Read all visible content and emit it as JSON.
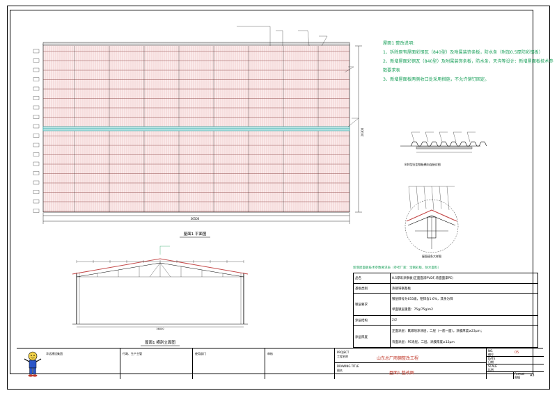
{
  "plan": {
    "title": "屋面1 平面图",
    "dim_width": "36500",
    "dim_height": "20300"
  },
  "section": {
    "title": "屋面1 横剖立面图",
    "dim_total": "36000"
  },
  "notes": {
    "heading": "屋面1 整改说明：",
    "lines": [
      "1、拆除原有屋面彩钢瓦（840型）及附属装饰条板，防水条（附加0.5厚防彩钢板）",
      "2、新增屋面彩钢瓦（840型）及附属装饰条板，防水条，天沟等设计：新增屋面板技术参",
      "数要求表",
      "3、新增屋面板两侧收口处采用措施，不允许铆钉固定。"
    ]
  },
  "detail1": {
    "title": "840型压型钢板横向连接详图"
  },
  "detail2": {
    "title": "屋面檩条大样图"
  },
  "spec": {
    "heading": "新增屋面板技术参数要求表（参考厂家：宝钢彩板，防水面料）",
    "rows": [
      {
        "key": "品名",
        "value": "0.5厚彩涂钢板(正面面漆PVDF,背面面漆PE)"
      },
      {
        "key": "基板类别",
        "value": "热镀锌钢基板"
      },
      {
        "key": "镀层要求",
        "value": "镀层牌号为655级，铝锌含1.6%，其余为锌"
      },
      {
        "key": "",
        "value": "单面镀层重量：75g/75g/m2"
      },
      {
        "key": "涂层结构",
        "value": "2/2"
      },
      {
        "key": "涂层厚度",
        "value": "正面涂层：氟碳喷涂涂层，二层（一底一面），涂膜厚度≥23μm；"
      },
      {
        "key": "",
        "value": "背面涂层：PE涂层，二层，涂膜厚度≥12μm"
      }
    ]
  },
  "title_block": {
    "company": "华远建设集团",
    "cell2": "行政、生产主管",
    "cell3": "使用部门",
    "cell4": "审核",
    "project_label": "PROJECT",
    "project_label_cn": "工程名称",
    "project_name": "山东总厂雨棚整改工程",
    "drawing_label": "DRAWING TITLE",
    "drawing_label_cn": "图名",
    "drawing_name": "屋面1 整改图",
    "no_label": "NO.",
    "no_label_cn": "编号",
    "no_value": "05",
    "date_label": "DATE",
    "date_label_cn": "日期",
    "scale_label": "SCALE",
    "scale_label_cn": "比例",
    "format_label": "Format",
    "format_label_cn": "图幅",
    "format_value": "A3"
  },
  "colors": {
    "roof_line": "#c44a4a",
    "highlight": "#2aa6a6",
    "note_green": "#1aa05a"
  }
}
